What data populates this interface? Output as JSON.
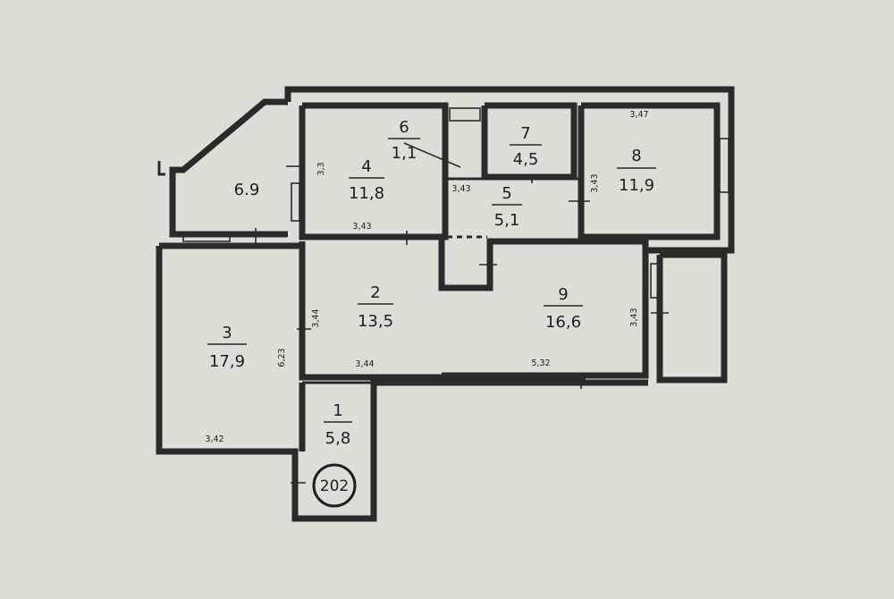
{
  "rooms": [
    {
      "id": "1",
      "area": "5,8"
    },
    {
      "id": "2",
      "area": "13,5"
    },
    {
      "id": "3",
      "area": "17,9"
    },
    {
      "id": "4",
      "area": "11,8"
    },
    {
      "id": "5",
      "area": "5,1"
    },
    {
      "id": "6",
      "area": "1,1"
    },
    {
      "id": "7",
      "area": "4,5"
    },
    {
      "id": "8",
      "area": "11,9"
    },
    {
      "id": "9",
      "area": "16,6"
    }
  ],
  "balcony_area": "6.9",
  "apartment_number": "202",
  "dimensions": {
    "room4_height": "3,3",
    "room4_width": "3,43",
    "room6_width": "3,43",
    "room8_width": "3,47",
    "room8_height": "3,43",
    "room3_height": "6,23",
    "room3_width": "3,42",
    "room2_height": "3,44",
    "room2_width": "3,44",
    "room9_height": "3,43",
    "room9_width": "5,32"
  }
}
